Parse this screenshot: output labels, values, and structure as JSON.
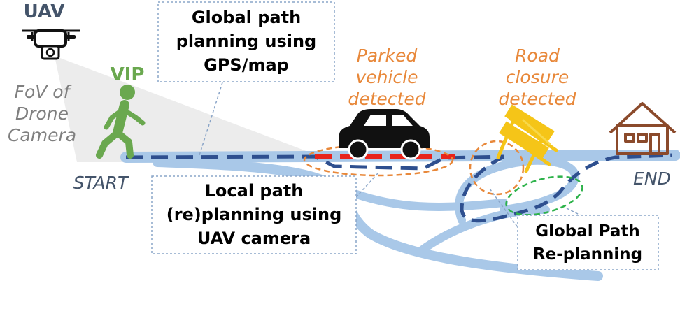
{
  "labels": {
    "uav": "UAV",
    "vip": "VIP",
    "fov": [
      "FoV of",
      "Drone",
      "Camera"
    ],
    "start": "START",
    "end": "END",
    "global_path_box": [
      "Global path",
      "planning using",
      "GPS/map"
    ],
    "parked_vehicle": [
      "Parked",
      "vehicle",
      "detected"
    ],
    "road_closure": [
      "Road",
      "closure",
      "detected"
    ],
    "local_path_box": [
      "Local path",
      "(re)planning using",
      "UAV camera"
    ],
    "global_replan_box": [
      "Global Path",
      "Re-planning"
    ]
  },
  "colors": {
    "road": "#a9c8e8",
    "path": "#2e4f8f",
    "replan_path": "#e8241c",
    "orange": "#e8883a",
    "green_figure": "#6aa84f",
    "green_circle": "#2db24a",
    "uav_label": "#44546a",
    "fov_text": "#7f7f7f",
    "fov_fill": "#ececec",
    "house": "#8b4a2b",
    "barrier": "#f5c518",
    "box_border": "#8aa5c8"
  },
  "icons": {
    "drone": "drone-icon",
    "walker": "walking-person-icon",
    "car": "car-icon",
    "barrier": "road-barrier-icon",
    "house": "house-icon"
  }
}
